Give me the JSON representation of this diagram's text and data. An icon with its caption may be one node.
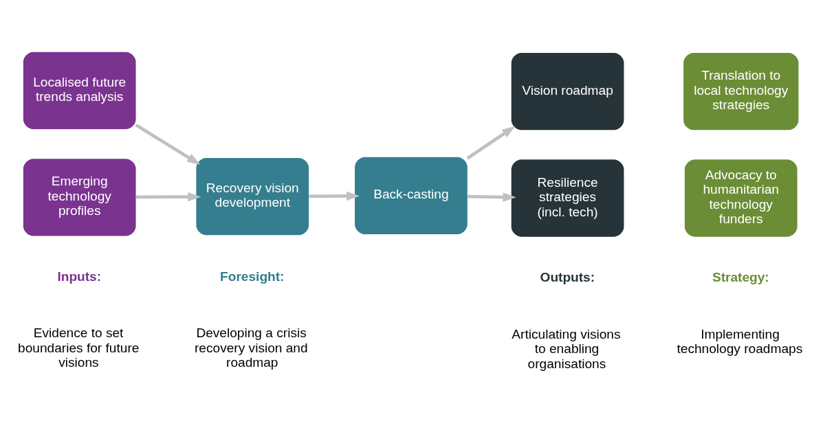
{
  "diagram": {
    "nodes": [
      {
        "text": [
          "Localised future trends analysis"
        ]
      },
      {
        "text": [
          "Emerging technology profiles"
        ]
      },
      {
        "text": [
          "Recovery vision development"
        ]
      },
      {
        "text": [
          "Back-casting"
        ]
      },
      {
        "text": [
          "Vision roadmap"
        ]
      },
      {
        "text": [
          "Resilience strategies (incl. tech)"
        ]
      },
      {
        "text": [
          "Translation to local technology strategies"
        ]
      },
      {
        "text": [
          "Advocacy to humanitarian technology funders"
        ]
      }
    ],
    "edges": [
      {
        "from": 0,
        "to": 2,
        "arrow": "to"
      },
      {
        "from": 1,
        "to": 2,
        "arrow": "to"
      },
      {
        "from": 2,
        "to": 3,
        "arrow": "to"
      },
      {
        "from": 3,
        "to": 4,
        "arrow": "to"
      },
      {
        "from": 3,
        "to": 5,
        "arrow": "to"
      }
    ],
    "labels": [
      "Inputs:",
      "Evidence to set boundaries for future visions",
      "Foresight:",
      "Developing a crisis recovery vision and roadmap",
      "Outputs:",
      "Articulating visions to enabling organisations",
      "Strategy:",
      "Implementing technology roadmaps"
    ]
  }
}
